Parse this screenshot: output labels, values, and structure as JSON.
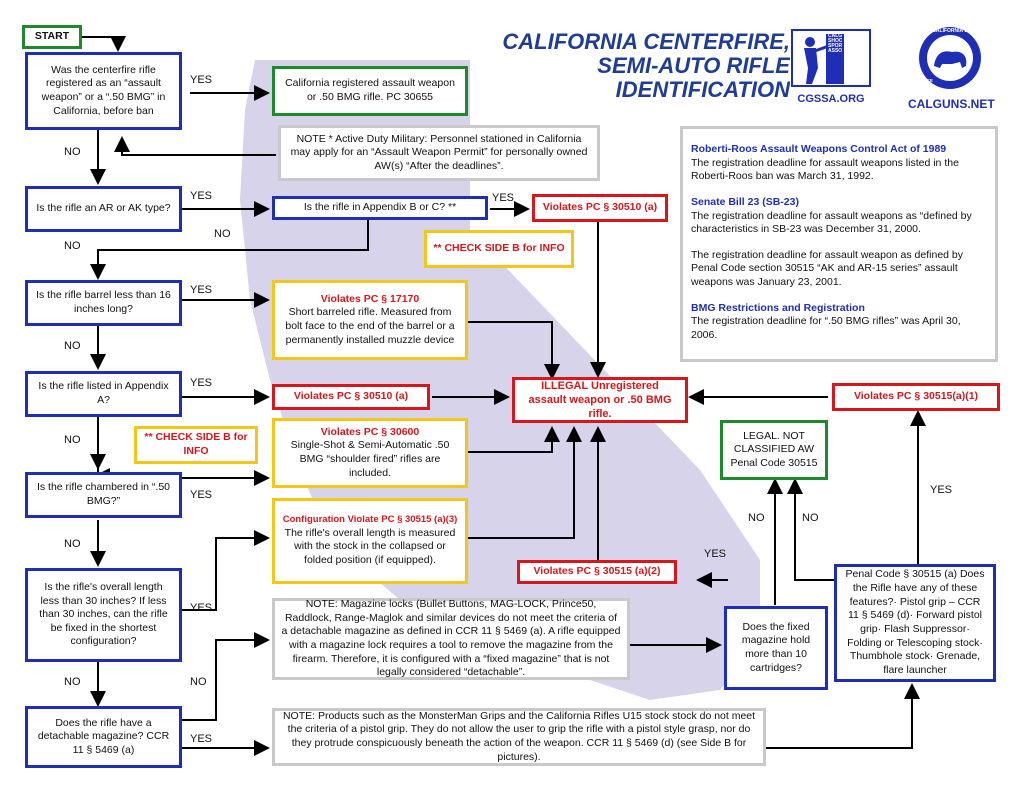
{
  "title": {
    "line1": "CALIFORNIA CENTERFIRE,",
    "line2": "SEMI-AUTO RIFLE",
    "line3": "IDENTIFICATION"
  },
  "logos": {
    "left_url": "CGSSA.ORG",
    "right_url": "CALGUNS.NET",
    "left_vertical": "CALGUNS SHOOTING SPORTS ASSOCIATION",
    "right_arc": "CALIFORNIA'S FIREARMS COMMUNITY",
    "right_since": "SINCE 2002"
  },
  "start": "START",
  "questions": {
    "q1": "Was the centerfire rifle registered as an “assault weapon” or a “.50 BMG” in California, before ban",
    "q2": "Is the rifle an AR or AK type?",
    "q3": "Is the rifle barrel less than 16 inches long?",
    "q4": "Is the rifle listed in Appendix A?",
    "q5": "Is the rifle chambered in “.50 BMG?”",
    "q6": "Is the rifle's overall length less than 30 inches? If less than 30 inches, can the rifle be fixed in the shortest configuration?",
    "q7": "Does the rifle have a detachable magazine? CCR 11 § 5469 (a)",
    "appendix_bc": "Is the rifle in Appendix B or C? **",
    "fixed_mag": "Does the fixed magazine hold more than 10 cartridges?",
    "features": "Penal Code § 30515 (a) Does the Rifle have any of these features?· Pistol grip – CCR 11 § 5469 (d)· Forward pistol grip· Flash Suppressor· Folding or Telescoping stock· Thumbhole stock· Grenade, flare launcher"
  },
  "results": {
    "registered": "California registered assault weapon or .50 BMG rifle. PC 30655",
    "legal": "LEGAL. NOT CLASSIFIED AW Penal Code 30515",
    "illegal": "ILLEGAL Unregistered assault weapon or .50 BMG rifle.",
    "v30510_top": "Violates PC § 30510 (a)",
    "v30510_mid": "Violates PC § 30510 (a)",
    "v17170_title": "Violates PC § 17170",
    "v17170_text": "Short barreled rifle. Measured from bolt face to the end of the barrel or a permanently installed muzzle device",
    "v30600_title": "Violates PC § 30600",
    "v30600_text": "Single-Shot & Semi-Automatic .50 BMG “shoulder fired” rifles are included.",
    "config_title": "Configuration Violate PC § 30515 (a)(3)",
    "config_text": "The rifle's overall length is measured with the stock in the collapsed or folded position (if equipped).",
    "v30515a2": "Violates PC § 30515 (a)(2)",
    "v30515a1": "Violates PC § 30515(a)(1)"
  },
  "check_side_b_1": "** CHECK SIDE B for INFO",
  "check_side_b_2": "** CHECK SIDE B for INFO",
  "notes": {
    "military": "NOTE * Active Duty Military: Personnel stationed in California may apply for an “Assault Weapon Permit” for personally owned AW(s) “After the deadlines”.",
    "maglock": "NOTE: Magazine locks (Bullet Buttons, MAG-LOCK, Prince50, Raddlock, Range-Maglok and similar devices do not meet the criteria of a detachable magazine as defined in CCR 11 § 5469 (a). A rifle equipped with a magazine lock requires a tool to remove the magazine from the firearm. Therefore, it is configured with a “fixed magazine” that is not legally considered “detachable”.",
    "grips": "NOTE: Products such as the MonsterMan Grips and the California Rifles U15 stock stock do not meet the criteria of a pistol grip. They do not allow the user to grip the rifle with a pistol style grasp, nor do they protrude conspicuously beneath the action of the weapon. CCR 11 § 5469 (d) (see Side B for pictures)."
  },
  "info": {
    "h1": "Roberti-Roos Assault Weapons Control Act of 1989",
    "t1": "The registration deadline for assault weapons listed in the Roberti-Roos ban was March 31, 1992.",
    "h2": "Senate Bill 23 (SB-23)",
    "t2": "The registration deadline for assault weapons as “defined by characteristics in SB-23 was December 31, 2000.",
    "t3": "The registration deadline for assault weapon as defined by Penal Code section 30515 “AK and AR-15 series” assault weapons was January 23, 2001.",
    "h4": "BMG Restrictions and Registration",
    "t4": "The registration deadline for “.50 BMG rifles” was April 30, 2006."
  },
  "labels": {
    "yes": "YES",
    "no": "NO"
  }
}
